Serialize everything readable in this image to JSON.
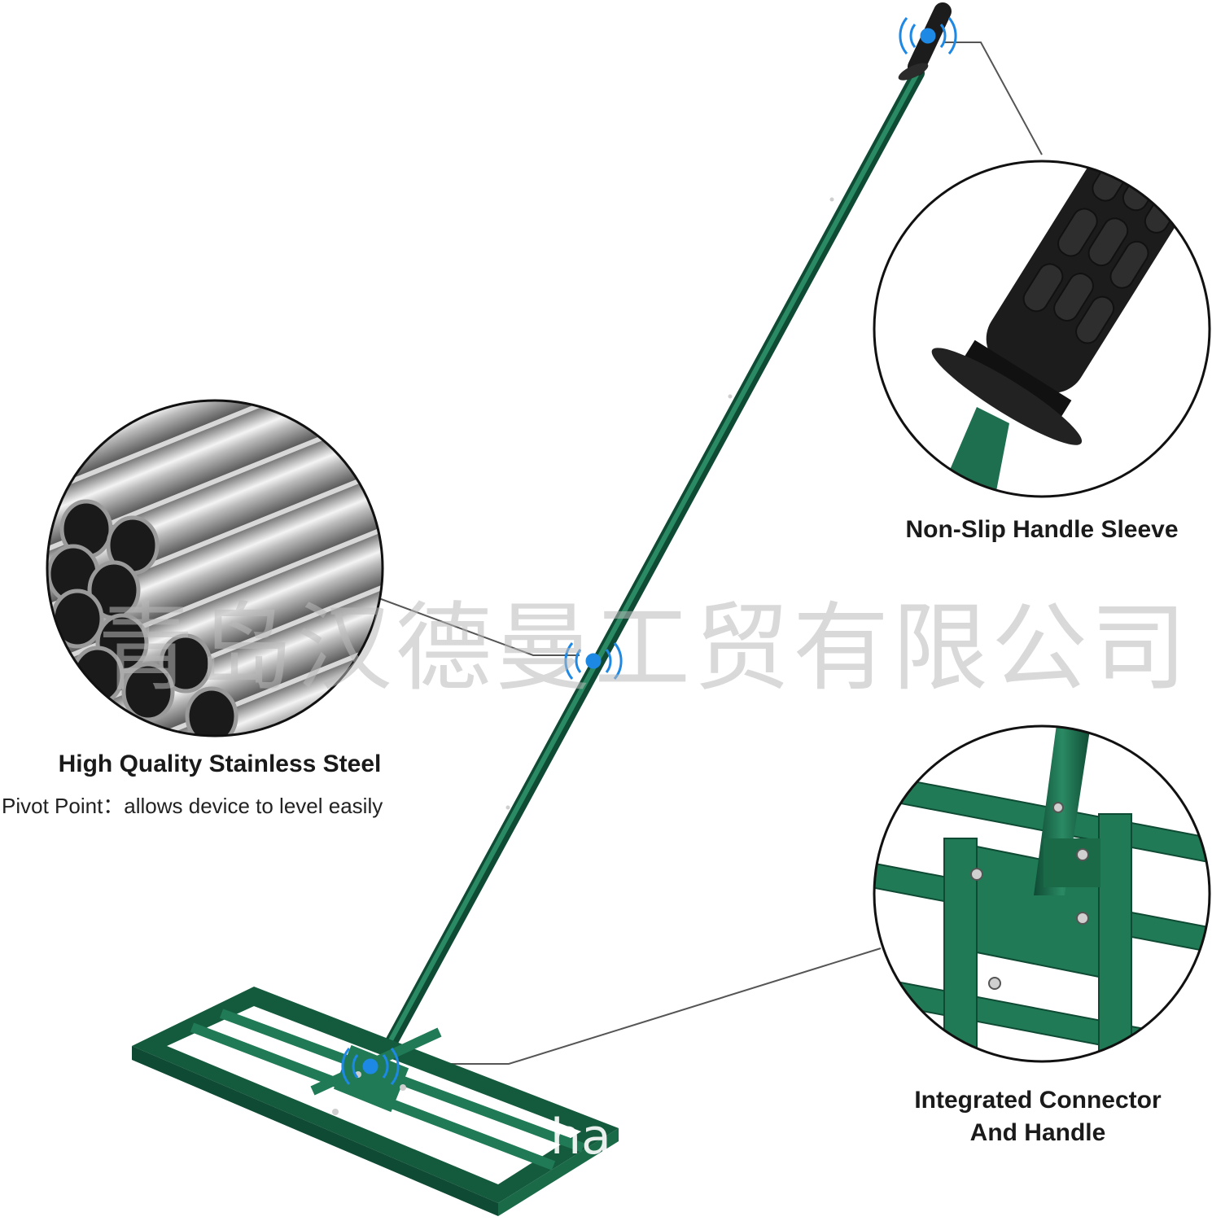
{
  "callouts": {
    "sleeve_label": "Non-Slip Handle Sleeve",
    "steel_label": "High Quality Stainless Steel",
    "pivot_label": "Pivot Point：allows device to level easily",
    "connector_label_line1": "Integrated Connector",
    "connector_label_line2": "And Handle"
  },
  "watermark": {
    "company": "青岛汉德曼工贸有限公司",
    "fragment": "ha"
  },
  "colors": {
    "frame_green": "#1f7a55",
    "frame_dark": "#145a3d",
    "pole_green": "#1e6e50",
    "grip_black": "#1c1c1c",
    "indicator_blue": "#1e88e5",
    "steel_light": "#e8e8e8",
    "steel_dark": "#6a6a6a"
  },
  "icons": {
    "pivot_indicator": "vibration-ripple-icon"
  }
}
